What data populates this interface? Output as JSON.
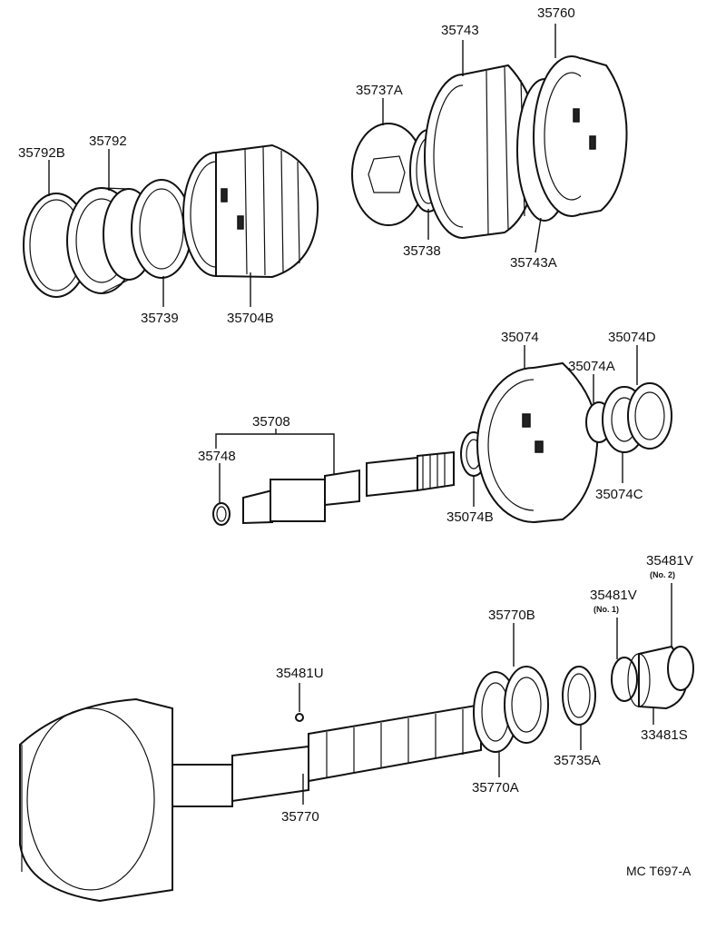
{
  "diagram_code": "MC T697-A",
  "labels": {
    "p35792B": "35792B",
    "p35792": "35792",
    "p35739": "35739",
    "p35704B": "35704B",
    "p35737A": "35737A",
    "p35743": "35743",
    "p35760": "35760",
    "p35738": "35738",
    "p35743A": "35743A",
    "p35074": "35074",
    "p35074D": "35074D",
    "p35074A": "35074A",
    "p35708": "35708",
    "p35748": "35748",
    "p35074B": "35074B",
    "p35074C": "35074C",
    "p35481V_no2": "35481V",
    "no2": "(No. 2)",
    "p35481V_no1": "35481V",
    "no1": "(No. 1)",
    "p35770B": "35770B",
    "p35481U": "35481U",
    "p35735A": "35735A",
    "p33481S": "33481S",
    "p35770A": "35770A",
    "p35770": "35770"
  }
}
